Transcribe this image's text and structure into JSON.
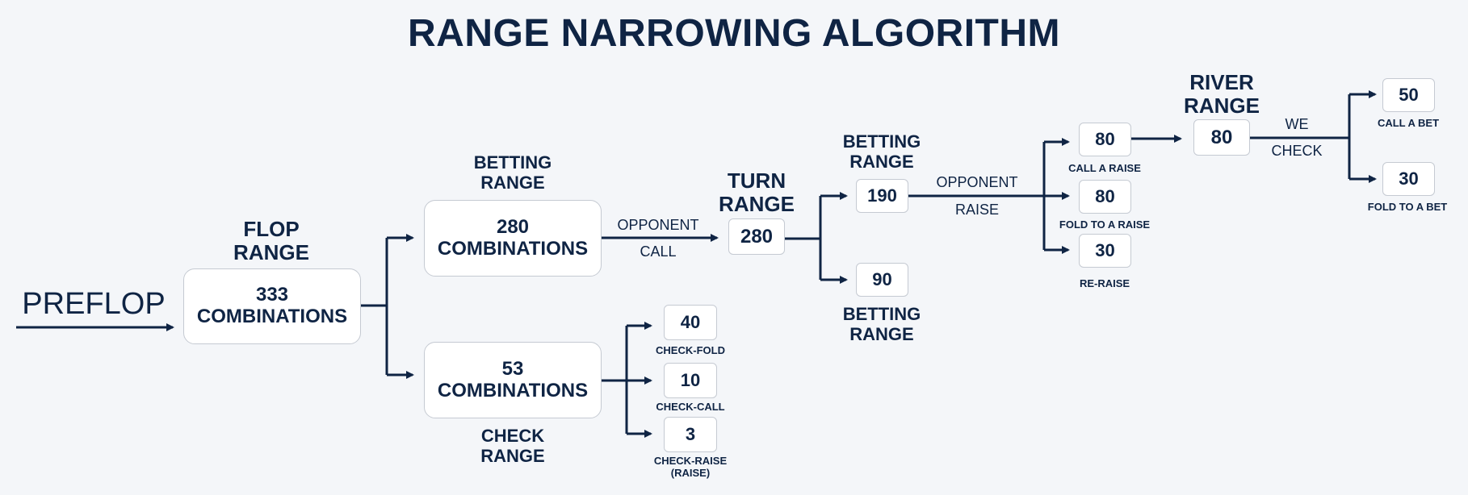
{
  "title": "RANGE NARROWING ALGORITHM",
  "preflop": "PREFLOP",
  "flop": {
    "label_line1": "FLOP",
    "label_line2": "RANGE",
    "count": "333",
    "unit": "COMBINATIONS"
  },
  "betting_branch": {
    "label_line1": "BETTING",
    "label_line2": "RANGE",
    "count": "280",
    "unit": "COMBINATIONS",
    "edge_top": "OPPONENT",
    "edge_bottom": "CALL"
  },
  "check_branch": {
    "label_line1": "CHECK",
    "label_line2": "RANGE",
    "count": "53",
    "unit": "COMBINATIONS",
    "outcomes": [
      {
        "value": "40",
        "label": "CHECK-FOLD"
      },
      {
        "value": "10",
        "label": "CHECK-CALL"
      },
      {
        "value": "3",
        "label": "CHECK-RAISE",
        "sublabel": "(RAISE)"
      }
    ]
  },
  "turn": {
    "label_line1": "TURN",
    "label_line2": "RANGE",
    "value": "280"
  },
  "turn_betting": {
    "label_line1": "BETTING",
    "label_line2": "RANGE",
    "value": "190",
    "edge_top": "OPPONENT",
    "edge_bottom": "RAISE"
  },
  "turn_betting_low": {
    "label_line1": "BETTING",
    "label_line2": "RANGE",
    "value": "90"
  },
  "raise_outcomes": [
    {
      "value": "80",
      "label": "CALL A RAISE"
    },
    {
      "value": "80",
      "label": "FOLD TO A RAISE"
    },
    {
      "value": "30",
      "label": "RE-RAISE"
    }
  ],
  "river": {
    "label_line1": "RIVER",
    "label_line2": "RANGE",
    "value": "80",
    "edge_top": "WE",
    "edge_bottom": "CHECK"
  },
  "river_outcomes": [
    {
      "value": "50",
      "label": "CALL A BET"
    },
    {
      "value": "30",
      "label": "FOLD TO A BET"
    }
  ]
}
